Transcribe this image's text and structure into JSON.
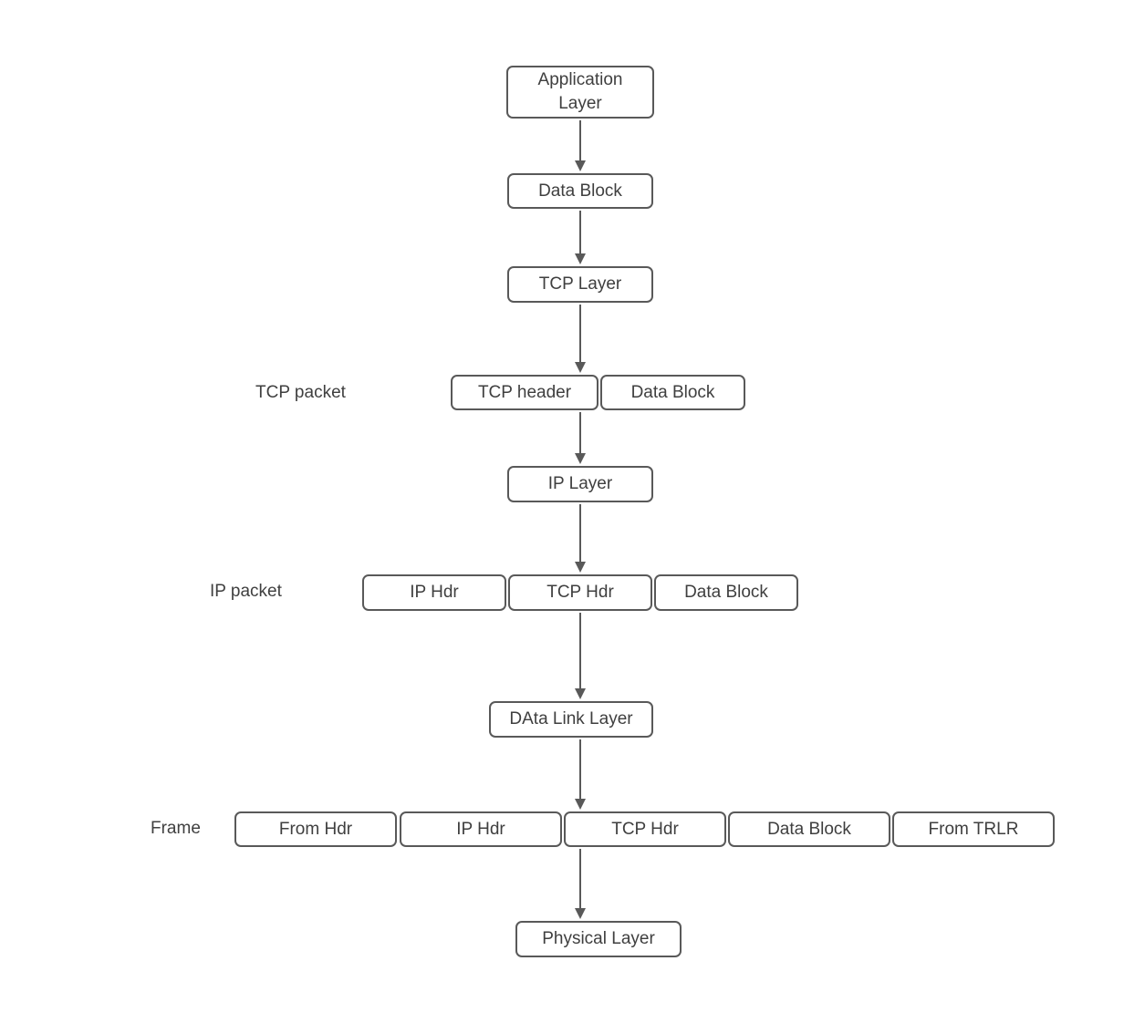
{
  "colors": {
    "background": "#ffffff",
    "border": "#595959",
    "text": "#3f3f3f",
    "arrow": "#595959"
  },
  "boxes": {
    "application_layer": {
      "label": "Application\nLayer"
    },
    "data_block_1": {
      "label": "Data Block"
    },
    "tcp_layer": {
      "label": "TCP Layer"
    },
    "tcp_header": {
      "label": "TCP header"
    },
    "data_block_2": {
      "label": "Data Block"
    },
    "ip_layer": {
      "label": "IP Layer"
    },
    "ip_hdr_1": {
      "label": "IP Hdr"
    },
    "tcp_hdr_1": {
      "label": "TCP Hdr"
    },
    "data_block_3": {
      "label": "Data Block"
    },
    "data_link_layer": {
      "label": "DAta Link Layer"
    },
    "from_hdr": {
      "label": "From Hdr"
    },
    "ip_hdr_2": {
      "label": "IP Hdr"
    },
    "tcp_hdr_2": {
      "label": "TCP Hdr"
    },
    "data_block_4": {
      "label": "Data Block"
    },
    "from_trlr": {
      "label": "From TRLR"
    },
    "physical_layer": {
      "label": "Physical Layer"
    }
  },
  "row_labels": {
    "tcp_packet": "TCP packet",
    "ip_packet": "IP packet",
    "frame": "Frame"
  }
}
